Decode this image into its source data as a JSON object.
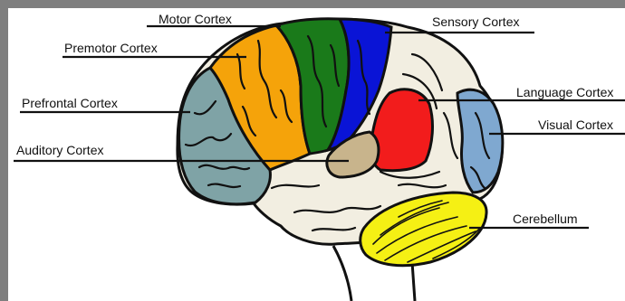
{
  "labels": {
    "motor": "Motor Cortex",
    "sensory": "Sensory Cortex",
    "premotor": "Premotor Cortex",
    "prefrontal": "Prefrontal Cortex",
    "language": "Language Cortex",
    "visual": "Visual Cortex",
    "auditory": "Auditory Cortex",
    "cerebellum": "Cerebellum"
  },
  "colors": {
    "frame": "#7f7f7f",
    "outline": "#111111",
    "prefrontal": "#7fa3a6",
    "premotor": "#f5a30a",
    "motor": "#1a7a1a",
    "sensory": "#0a14d6",
    "language": "#f21c1c",
    "visual": "#7fa8d0",
    "auditory": "#c8b48c",
    "cerebellum": "#f5f014",
    "brain": "#f2eee1"
  }
}
